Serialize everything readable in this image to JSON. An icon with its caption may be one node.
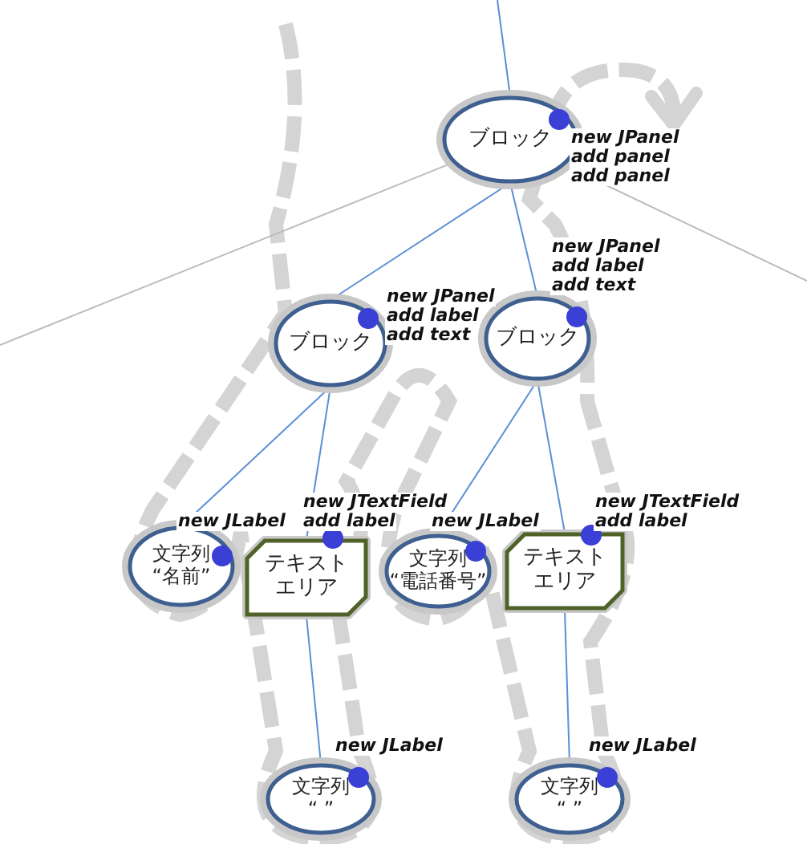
{
  "diagram": {
    "nodes": [
      {
        "text": [
          "ブロック"
        ],
        "beside": [
          "new JPanel",
          "add panel",
          "add panel"
        ]
      },
      {
        "text": [
          "ブロック"
        ],
        "beside": [
          "new JPanel",
          "add label",
          "add text"
        ]
      },
      {
        "text": [
          "ブロック"
        ],
        "beside": [
          "new JPanel",
          "add label",
          "add text"
        ]
      },
      {
        "text": [
          "文字列",
          "“名前”"
        ],
        "beside": [
          "new JLabel"
        ]
      },
      {
        "text": [
          "テキストエリア"
        ],
        "beside": [
          "new JTextField",
          "add label"
        ]
      },
      {
        "text": [
          "文字列",
          "“電話番号”"
        ],
        "beside": [
          "new JLabel"
        ]
      },
      {
        "text": [
          "テキストエリア"
        ],
        "beside": [
          "new JTextField",
          "add label"
        ]
      },
      {
        "text": [
          "文字列",
          "“ ”"
        ],
        "beside": [
          "new JLabel"
        ]
      },
      {
        "text": [
          "文字列",
          "“ ”"
        ],
        "beside": [
          "new JLabel"
        ]
      }
    ],
    "edges": [
      {
        "from": null,
        "to": 0,
        "arrow": "none"
      },
      {
        "from": 0,
        "to": 1,
        "arrow": "none"
      },
      {
        "from": 0,
        "to": 2,
        "arrow": "none"
      },
      {
        "from": 0,
        "to": null,
        "arrow": "none",
        "color": "#bbbbbb"
      },
      {
        "from": 0,
        "to": null,
        "arrow": "none",
        "color": "#bbbbbb"
      },
      {
        "from": 1,
        "to": 3,
        "arrow": "none"
      },
      {
        "from": 1,
        "to": 4,
        "arrow": "none"
      },
      {
        "from": 2,
        "to": 5,
        "arrow": "none"
      },
      {
        "from": 2,
        "to": 6,
        "arrow": "none"
      },
      {
        "from": 4,
        "to": 7,
        "arrow": "none"
      },
      {
        "from": 6,
        "to": 8,
        "arrow": "none"
      }
    ]
  }
}
